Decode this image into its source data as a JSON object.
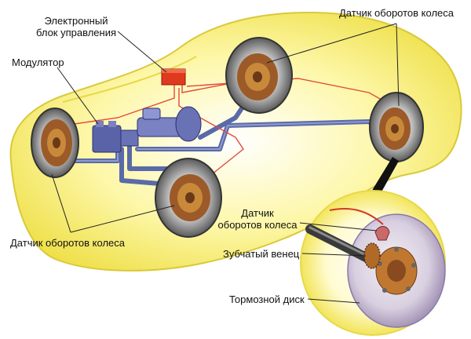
{
  "labels": {
    "ecu_line1": "Электронный",
    "ecu_line2": "блок управления",
    "modulator": "Модулятор",
    "sensor_top": "Датчик оборотов колеса",
    "sensor_bottom": "Датчик оборотов колеса",
    "inset_sensor_line1": "Датчик",
    "inset_sensor_line2": "оборотов колеса",
    "toothed_ring": "Зубчатый венец",
    "brake_disc": "Тормозной диск"
  },
  "colors": {
    "car_body": "#f7ef5a",
    "car_outline": "#d9c93a",
    "brake_line": "#5a6aa8",
    "signal_wire": "#e24a3a",
    "ecu": "#e03a1e",
    "tire": "#3a3a3a",
    "rotor": "#b0703a"
  }
}
